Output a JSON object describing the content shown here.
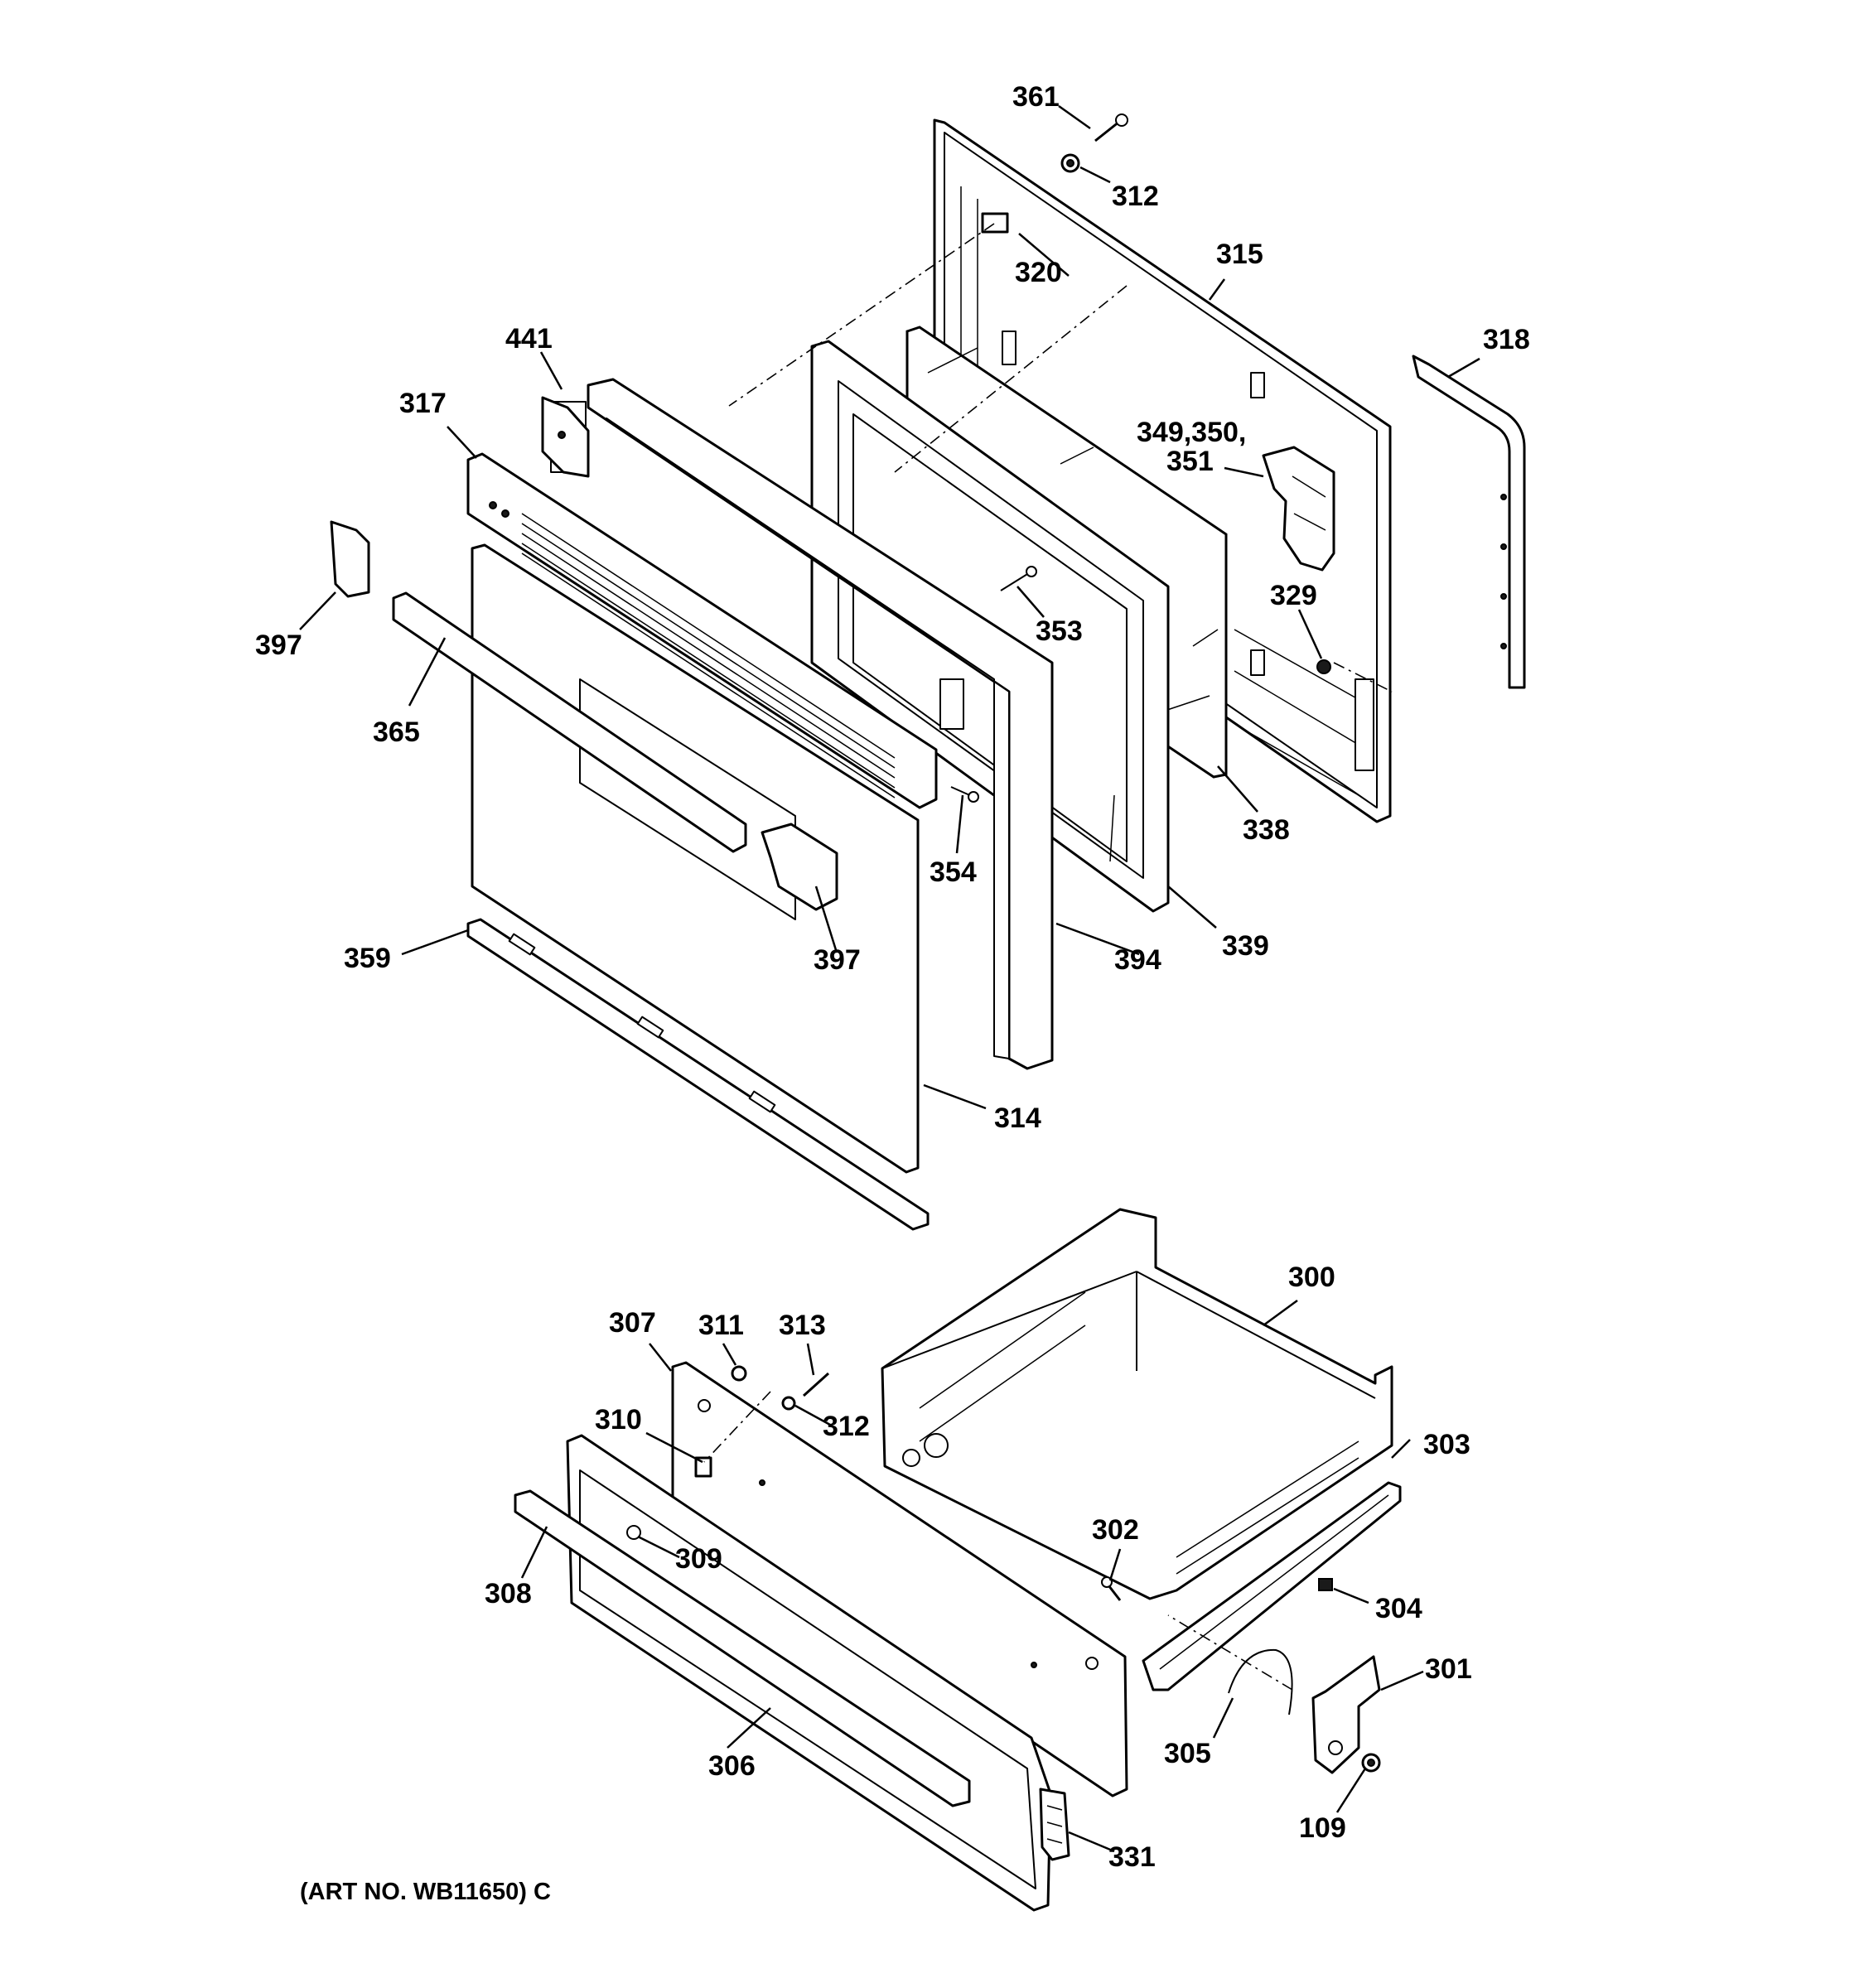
{
  "callouts": {
    "c361": "361",
    "c312a": "312",
    "c320": "320",
    "c315": "315",
    "c318": "318",
    "c441": "441",
    "c317": "317",
    "c349": "349,350,",
    "c351": "351",
    "c329": "329",
    "c397a": "397",
    "c353": "353",
    "c365": "365",
    "c338": "338",
    "c354": "354",
    "c339": "339",
    "c397b": "397",
    "c359": "359",
    "c394": "394",
    "c314": "314",
    "c300": "300",
    "c307": "307",
    "c311": "311",
    "c313": "313",
    "c310": "310",
    "c312b": "312",
    "c303": "303",
    "c302": "302",
    "c309": "309",
    "c308": "308",
    "c304": "304",
    "c301": "301",
    "c305": "305",
    "c306": "306",
    "c109": "109",
    "c331": "331"
  },
  "caption": "(ART NO. WB11650) C"
}
